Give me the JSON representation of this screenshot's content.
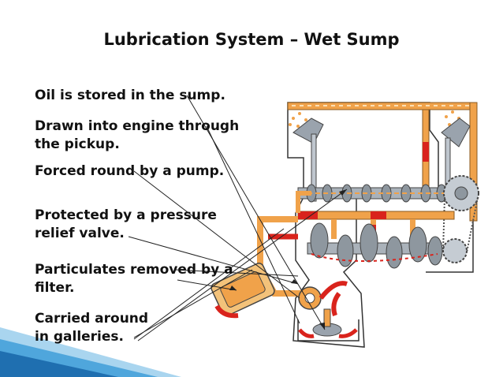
{
  "title": "Lubrication System – Wet Sump",
  "labels": [
    "Oil is stored in the sump.",
    "Drawn into engine through\nthe pickup.",
    "Forced round by a pump.",
    "Protected by a pressure\nrelief valve.",
    "Particulates removed by a\nfilter.",
    "Carried around\nin galleries."
  ],
  "colors": {
    "oil_orange": "#f0a24a",
    "oil_red": "#d9231c",
    "metal_grey": "#9aa3ad",
    "accent_blue": "#1f6fb0"
  }
}
